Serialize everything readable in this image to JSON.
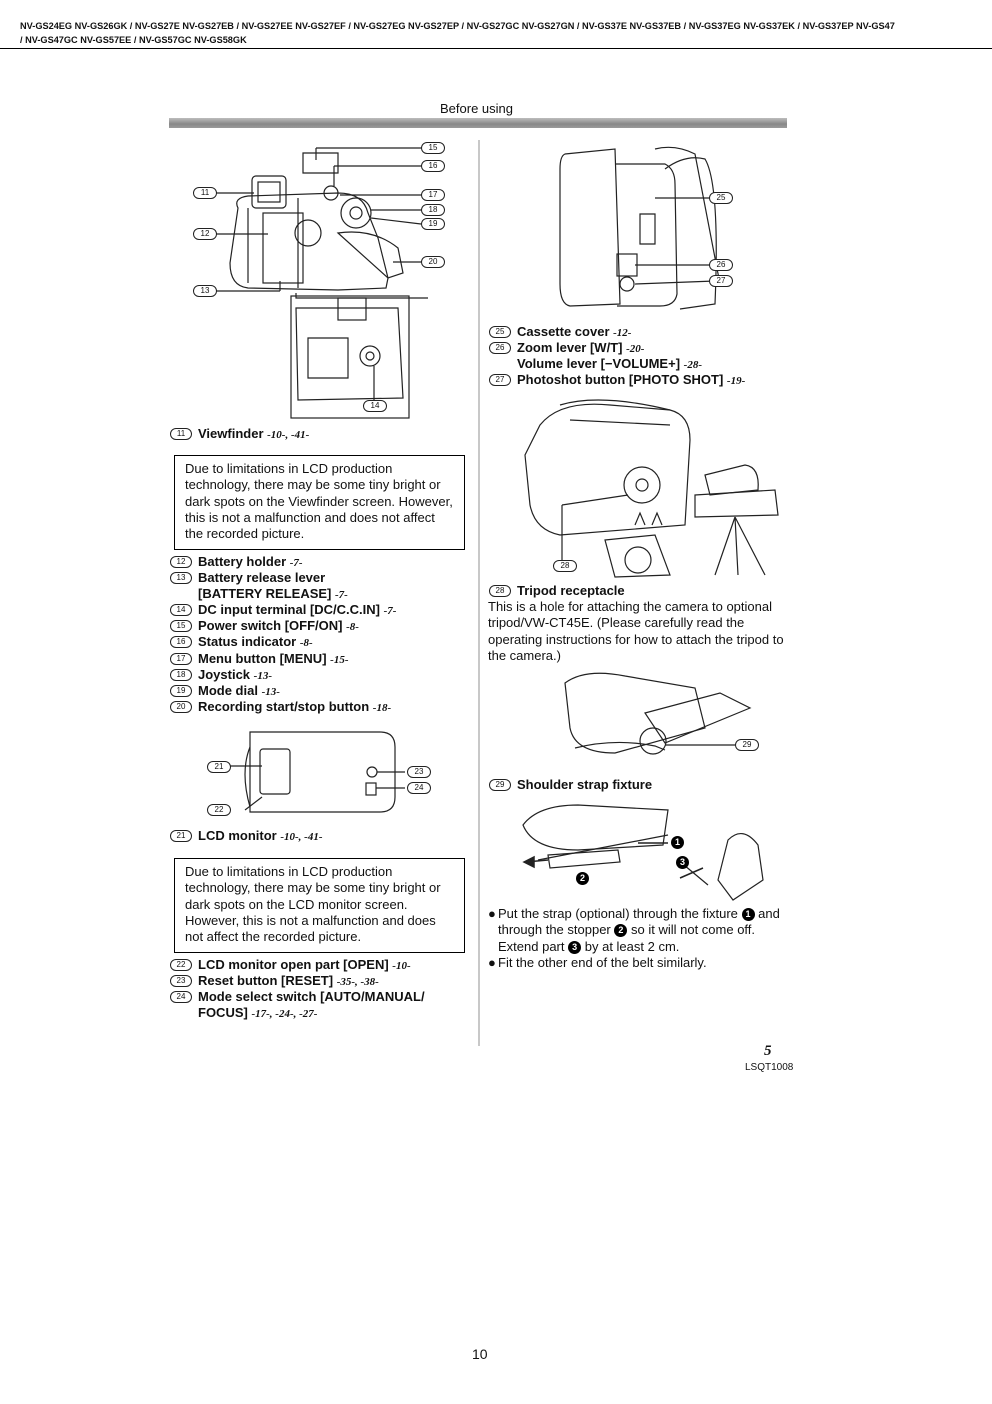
{
  "header": {
    "line1": "NV-GS24EG NV-GS26GK / NV-GS27E NV-GS27EB / NV-GS27EE NV-GS27EF / NV-GS27EG NV-GS27EP / NV-GS27GC NV-GS27GN / NV-GS37E NV-GS37EB / NV-GS37EG NV-GS37EK / NV-GS37EP NV-GS47",
    "line2": "/ NV-GS47GC NV-GS57EE / NV-GS57GC NV-GS58GK"
  },
  "section_title": "Before using",
  "left": {
    "fig1_labels": [
      "15",
      "16",
      "11",
      "17",
      "18",
      "19",
      "12",
      "20",
      "13",
      "14"
    ],
    "item11": {
      "num": "11",
      "title": "Viewfinder",
      "pages": "-10-, -41-"
    },
    "note1": "Due to limitations in LCD production technology, there may be some tiny bright or dark spots on the Viewfinder screen. However, this is not a malfunction and does not affect the recorded picture.",
    "list1": [
      {
        "num": "12",
        "title": "Battery holder",
        "pages": "-7-"
      },
      {
        "num": "13",
        "title": "Battery release lever",
        "pages": ""
      },
      {
        "num": "14",
        "title": "DC input terminal [DC/C.C.IN]",
        "pages": "-7-"
      },
      {
        "num": "15",
        "title": "Power switch [OFF/ON]",
        "pages": "-8-"
      },
      {
        "num": "16",
        "title": "Status indicator",
        "pages": "-8-"
      },
      {
        "num": "17",
        "title": "Menu button [MENU]",
        "pages": "-15-"
      },
      {
        "num": "18",
        "title": "Joystick",
        "pages": "-13-"
      },
      {
        "num": "19",
        "title": "Mode dial",
        "pages": "-13-"
      },
      {
        "num": "20",
        "title": "Recording start/stop button",
        "pages": "-18-"
      }
    ],
    "item13_cont": {
      "title": "[BATTERY RELEASE]",
      "pages": "-7-"
    },
    "fig2_labels": [
      "21",
      "23",
      "24",
      "22"
    ],
    "item21": {
      "num": "21",
      "title": "LCD monitor",
      "pages": "-10-, -41-"
    },
    "note2": "Due to limitations in LCD production technology, there may be some tiny bright or dark spots on the LCD monitor screen. However, this is not a malfunction and does not affect the recorded picture.",
    "list2": [
      {
        "num": "22",
        "title": "LCD monitor open part [OPEN]",
        "pages": "-10-"
      },
      {
        "num": "23",
        "title": "Reset button [RESET]",
        "pages": "-35-, -38-"
      },
      {
        "num": "24",
        "title": "Mode select switch [AUTO/MANUAL/",
        "pages": ""
      }
    ],
    "item24_cont": {
      "title": "FOCUS]",
      "pages": "-17-, -24-, -27-"
    }
  },
  "right": {
    "fig3_labels": [
      "25",
      "26",
      "27"
    ],
    "list3": [
      {
        "num": "25",
        "title": "Cassette cover",
        "pages": "-12-"
      },
      {
        "num": "26",
        "title": "Zoom lever [W/T]",
        "pages": "-20-"
      },
      {
        "num": "27",
        "title": "Photoshot button [PHOTO SHOT]",
        "pages": "-19-"
      }
    ],
    "item26_cont": {
      "title": "Volume lever [−VOLUME+]",
      "pages": "-28-"
    },
    "fig4_labels": [
      "28"
    ],
    "item28": {
      "num": "28",
      "title": "Tripod receptacle"
    },
    "item28_text": "This is a hole for attaching the camera to optional tripod/VW-CT45E. (Please carefully read the operating instructions for how to attach the tripod to the camera.)",
    "fig5_labels": [
      "29"
    ],
    "item29": {
      "num": "29",
      "title": "Shoulder strap fixture"
    },
    "fig6_marks": [
      "1",
      "3",
      "2"
    ],
    "bullet1": {
      "a": "Put the strap (optional) through the fixture",
      "m1": "1",
      "b": "and through the stopper",
      "m2": "2",
      "c": "so it will not come off. Extend part",
      "m3": "3",
      "d": "by at least 2 cm."
    },
    "bullet2": "Fit the other end of the belt similarly."
  },
  "footer": {
    "folio": "5",
    "code": "LSQT1008",
    "page_number": "10"
  }
}
